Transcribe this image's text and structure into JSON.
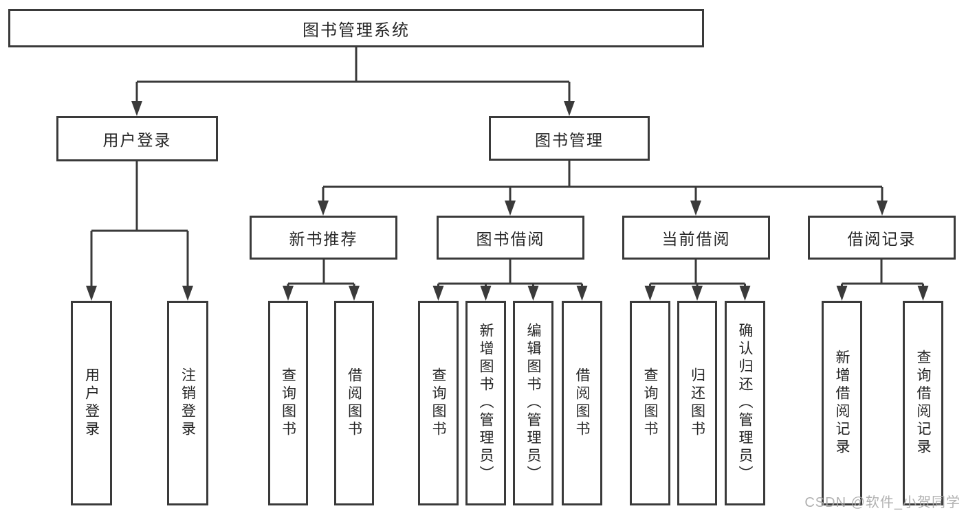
{
  "title": "图书管理系统",
  "tree": {
    "label": "图书管理系统",
    "children": [
      {
        "label": "用户登录",
        "children": [
          {
            "label": "用户登录"
          },
          {
            "label": "注销登录"
          }
        ]
      },
      {
        "label": "图书管理",
        "children": [
          {
            "label": "新书推荐",
            "children": [
              {
                "label": "查询图书"
              },
              {
                "label": "借阅图书"
              }
            ]
          },
          {
            "label": "图书借阅",
            "children": [
              {
                "label": "查询图书"
              },
              {
                "label": "新增图书（管理员）"
              },
              {
                "label": "编辑图书（管理员）"
              },
              {
                "label": "借阅图书"
              }
            ]
          },
          {
            "label": "当前借阅",
            "children": [
              {
                "label": "查询图书"
              },
              {
                "label": "归还图书"
              },
              {
                "label": "确认归还（管理员）"
              }
            ]
          },
          {
            "label": "借阅记录",
            "children": [
              {
                "label": "新增借阅记录"
              },
              {
                "label": "查询借阅记录"
              }
            ]
          }
        ]
      }
    ]
  },
  "watermark": "CSDN @软件_小贺同学",
  "colors": {
    "line": "#3a3a3a",
    "box_border": "#3a3a3a",
    "text": "#262626",
    "watermark": "#a9a9a9",
    "background": "#ffffff"
  }
}
